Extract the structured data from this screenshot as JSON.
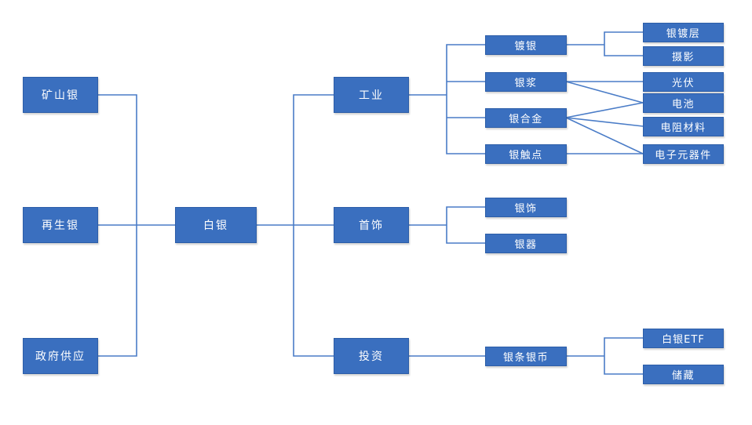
{
  "sources": [
    "矿山银",
    "再生银",
    "政府供应"
  ],
  "center": "白银",
  "sectors": [
    "工业",
    "首饰",
    "投资"
  ],
  "industry": {
    "items": [
      "镀银",
      "银浆",
      "银合金",
      "银触点"
    ],
    "plating_uses": [
      "银镀层",
      "摄影"
    ],
    "end_uses": [
      "光伏",
      "电池",
      "电阻材料",
      "电子元器件"
    ]
  },
  "jewelry": {
    "items": [
      "银饰",
      "银器"
    ]
  },
  "investment": {
    "item": "银条银币",
    "uses": [
      "白银ETF",
      "储藏"
    ]
  },
  "colors": {
    "node_fill": "#3a6fbf",
    "line": "#4a7cc7",
    "text": "#ffffff"
  }
}
